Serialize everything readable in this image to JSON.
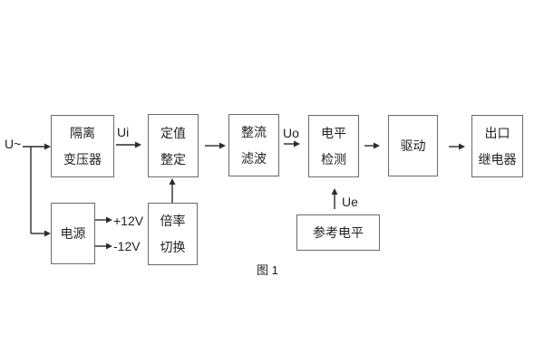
{
  "diagram": {
    "caption": "图 1",
    "input_label": "U~",
    "signal_labels": {
      "ui": "Ui",
      "uo": "Uo",
      "ue": "Ue"
    },
    "power_labels": {
      "positive": "+12V",
      "negative": "-12V"
    },
    "blocks": {
      "isolation_transformer": {
        "lines": [
          "隔离",
          "变压器"
        ]
      },
      "setting_adjust": {
        "lines": [
          "定值",
          "整定"
        ]
      },
      "rectifier_filter": {
        "lines": [
          "整流",
          "滤波"
        ]
      },
      "level_detection": {
        "lines": [
          "电平",
          "检测"
        ]
      },
      "driver": {
        "lines": [
          "驱动"
        ]
      },
      "output_relay": {
        "lines": [
          "出口",
          "继电器"
        ]
      },
      "power_supply": {
        "lines": [
          "电源"
        ]
      },
      "ratio_switch": {
        "lines": [
          "倍率",
          "切换"
        ]
      },
      "reference_level": {
        "lines": [
          "参考电平"
        ]
      }
    },
    "colors": {
      "background": "#ffffff",
      "box_border": "#6a6a6a",
      "wire": "#2b2b2b",
      "text": "#1f1f1f"
    }
  }
}
